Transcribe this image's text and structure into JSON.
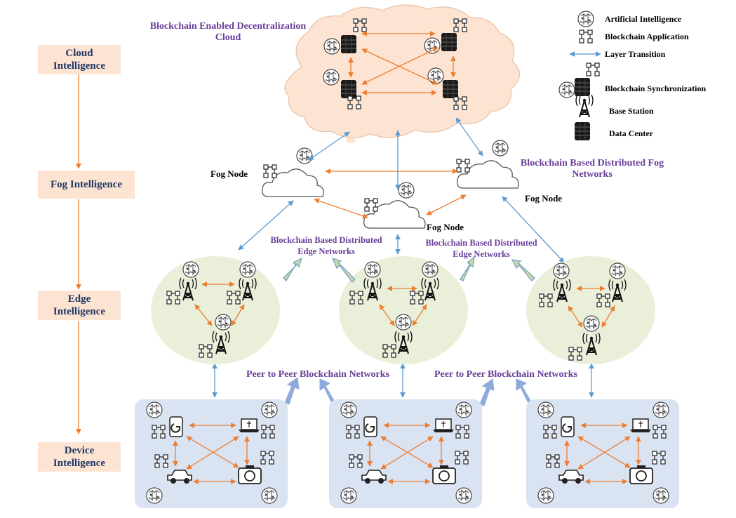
{
  "layers": {
    "cloud": "Cloud Intelligence",
    "fog": "Fog Intelligence",
    "edge": "Edge Intelligence",
    "device": "Device Intelligence"
  },
  "labels": {
    "cloud_title": "Blockchain Enabled Decentralization Cloud",
    "fog_networks": "Blockchain Based Distributed Fog Networks",
    "edge_networks_left": "Blockchain Based Distributed Edge Networks",
    "edge_networks_right": "Blockchain Based Distributed Edge Networks",
    "fog_node_left": "Fog Node",
    "fog_node_middle": "Fog Node",
    "fog_node_right": "Fog Node",
    "p2p_left": "Peer to Peer Blockchain Networks",
    "p2p_right": "Peer to Peer Blockchain Networks"
  },
  "legend": [
    {
      "icon": "brain-icon",
      "label": "Artificial Intelligence"
    },
    {
      "icon": "blockchain-icon",
      "label": "Blockchain Application"
    },
    {
      "icon": "double-arrow-icon",
      "label": "Layer Transition"
    },
    {
      "icon": "sync-icon",
      "label": "Blockchain Synchronization"
    },
    {
      "icon": "base-station-icon",
      "label": "Base Station"
    },
    {
      "icon": "data-center-icon",
      "label": "Data Center"
    }
  ],
  "colors": {
    "layer_box": "#fde4d2",
    "layer_text": "#1f3864",
    "cloud_fill": "#fde4d2",
    "edge_fill": "#e9efd9",
    "device_fill": "#dae3f1",
    "purple_text": "#6a3d9a",
    "orange_arrow": "#ed7d31",
    "blue_arrow": "#5b9bd5"
  }
}
